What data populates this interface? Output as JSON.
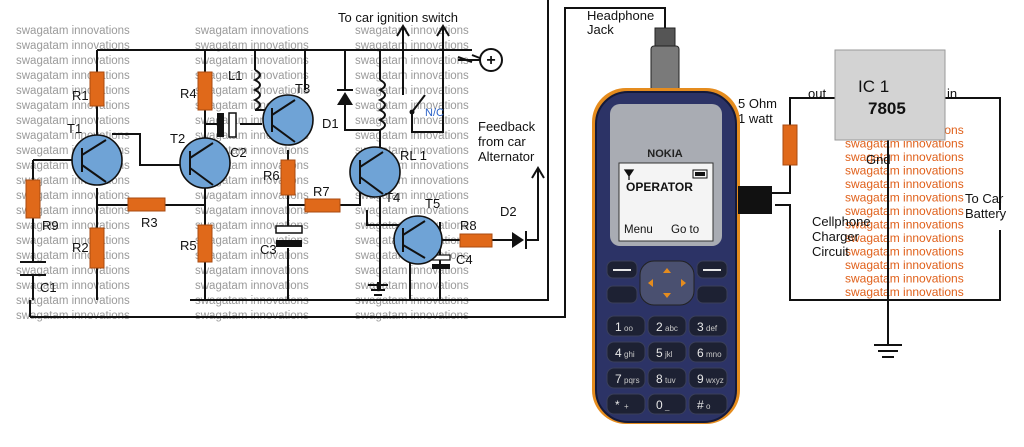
{
  "labels": {
    "ignition": "To car ignition switch",
    "headphone": "Headphone\nJack",
    "feedback": "Feedback\nfrom car\nAlternator",
    "rl1": "RL 1",
    "nc": "N/C",
    "resistor": "5 Ohm\n1 watt",
    "out": "out",
    "in": "in",
    "ic1": "IC 1",
    "ic_part": "7805",
    "gnd": "Gnd",
    "charger": "Cellphone\nCharger\nCircuit",
    "battery": "To Car\nBattery",
    "plus": "+"
  },
  "components": {
    "R1": "R1",
    "R2": "R2",
    "R3": "R3",
    "R4": "R4",
    "R5": "R5",
    "R6": "R6",
    "R7": "R7",
    "R8": "R8",
    "R9": "R9",
    "T1": "T1",
    "T2": "T2",
    "T3": "T3",
    "T4": "T4",
    "T5": "T5",
    "C1": "C1",
    "C2": "C2",
    "C3": "C3",
    "C4": "C4",
    "L1": "L1",
    "D1": "D1",
    "D2": "D2"
  },
  "phone": {
    "brand": "NOKIA",
    "operator": "OPERATOR",
    "soft_left": "Menu",
    "soft_right": "Go to",
    "keys": [
      {
        "num": "1",
        "sub": "oo"
      },
      {
        "num": "2",
        "sub": "abc"
      },
      {
        "num": "3",
        "sub": "def"
      },
      {
        "num": "4",
        "sub": "ghi"
      },
      {
        "num": "5",
        "sub": "jkl"
      },
      {
        "num": "6",
        "sub": "mno"
      },
      {
        "num": "7",
        "sub": "pqrs"
      },
      {
        "num": "8",
        "sub": "tuv"
      },
      {
        "num": "9",
        "sub": "wxyz"
      },
      {
        "num": "*",
        "sub": "+"
      },
      {
        "num": "0",
        "sub": "_"
      },
      {
        "num": "#",
        "sub": "o"
      }
    ]
  },
  "watermark": "swagatam innovations",
  "colors": {
    "resistor": "#e0691a",
    "transistor": "#6fa3d6",
    "watermark_left": "#9a9a9a",
    "watermark_right": "#e0601a",
    "phone_body": "#2c3366",
    "ic_body": "#d3d3d3"
  }
}
